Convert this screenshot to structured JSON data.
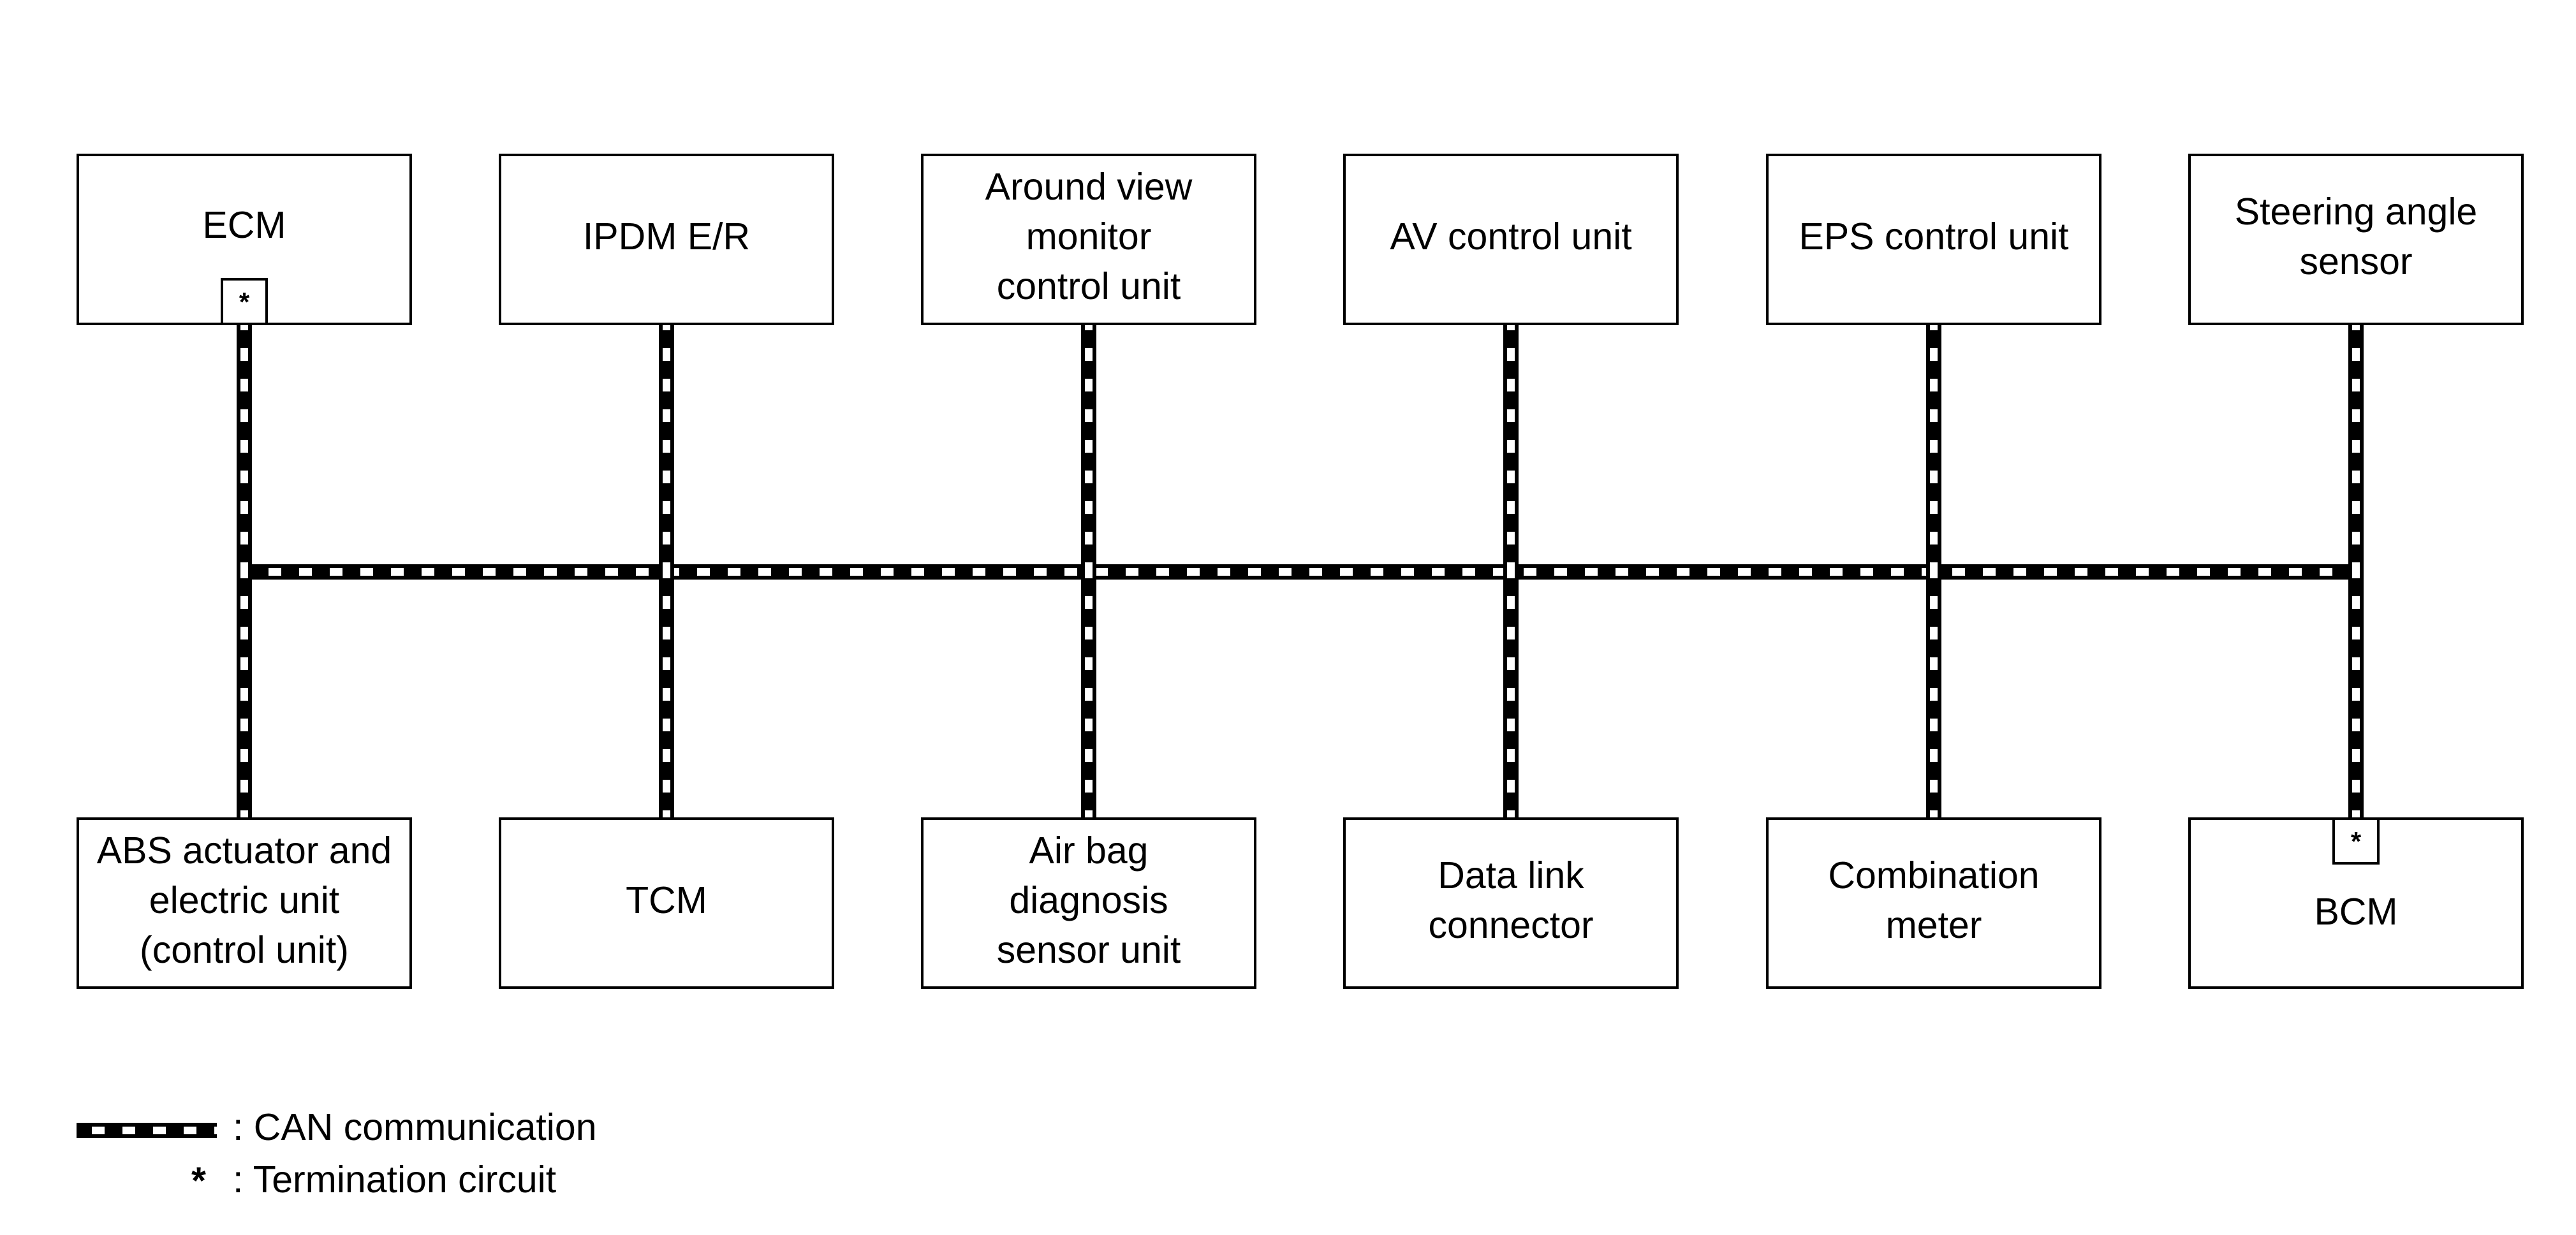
{
  "diagram": {
    "colors": {
      "line": "#000000",
      "dash": "#ffffff",
      "box": "#ffffff"
    },
    "top_units": [
      {
        "id": "ecm",
        "lines": [
          "ECM"
        ],
        "termination": true
      },
      {
        "id": "ipdm",
        "lines": [
          "IPDM E/R"
        ],
        "termination": false
      },
      {
        "id": "around-view",
        "lines": [
          "Around view",
          "monitor",
          "control unit"
        ],
        "termination": false
      },
      {
        "id": "av-control",
        "lines": [
          "AV control unit"
        ],
        "termination": false
      },
      {
        "id": "eps-control",
        "lines": [
          "EPS control unit"
        ],
        "termination": false
      },
      {
        "id": "steering-angle",
        "lines": [
          "Steering angle",
          "sensor"
        ],
        "termination": false
      }
    ],
    "bottom_units": [
      {
        "id": "abs",
        "lines": [
          "ABS actuator and",
          "electric unit",
          "(control unit)"
        ],
        "termination": false
      },
      {
        "id": "tcm",
        "lines": [
          "TCM"
        ],
        "termination": false
      },
      {
        "id": "airbag",
        "lines": [
          "Air bag",
          "diagnosis",
          "sensor unit"
        ],
        "termination": false
      },
      {
        "id": "data-link",
        "lines": [
          "Data link",
          "connector"
        ],
        "termination": false
      },
      {
        "id": "combination-meter",
        "lines": [
          "Combination",
          "meter"
        ],
        "termination": false
      },
      {
        "id": "bcm",
        "lines": [
          "BCM"
        ],
        "termination": true
      }
    ],
    "termination_symbol": "*"
  },
  "legend": {
    "can_label": ": CAN communication",
    "termination_symbol": "*",
    "termination_label": ": Termination circuit"
  }
}
